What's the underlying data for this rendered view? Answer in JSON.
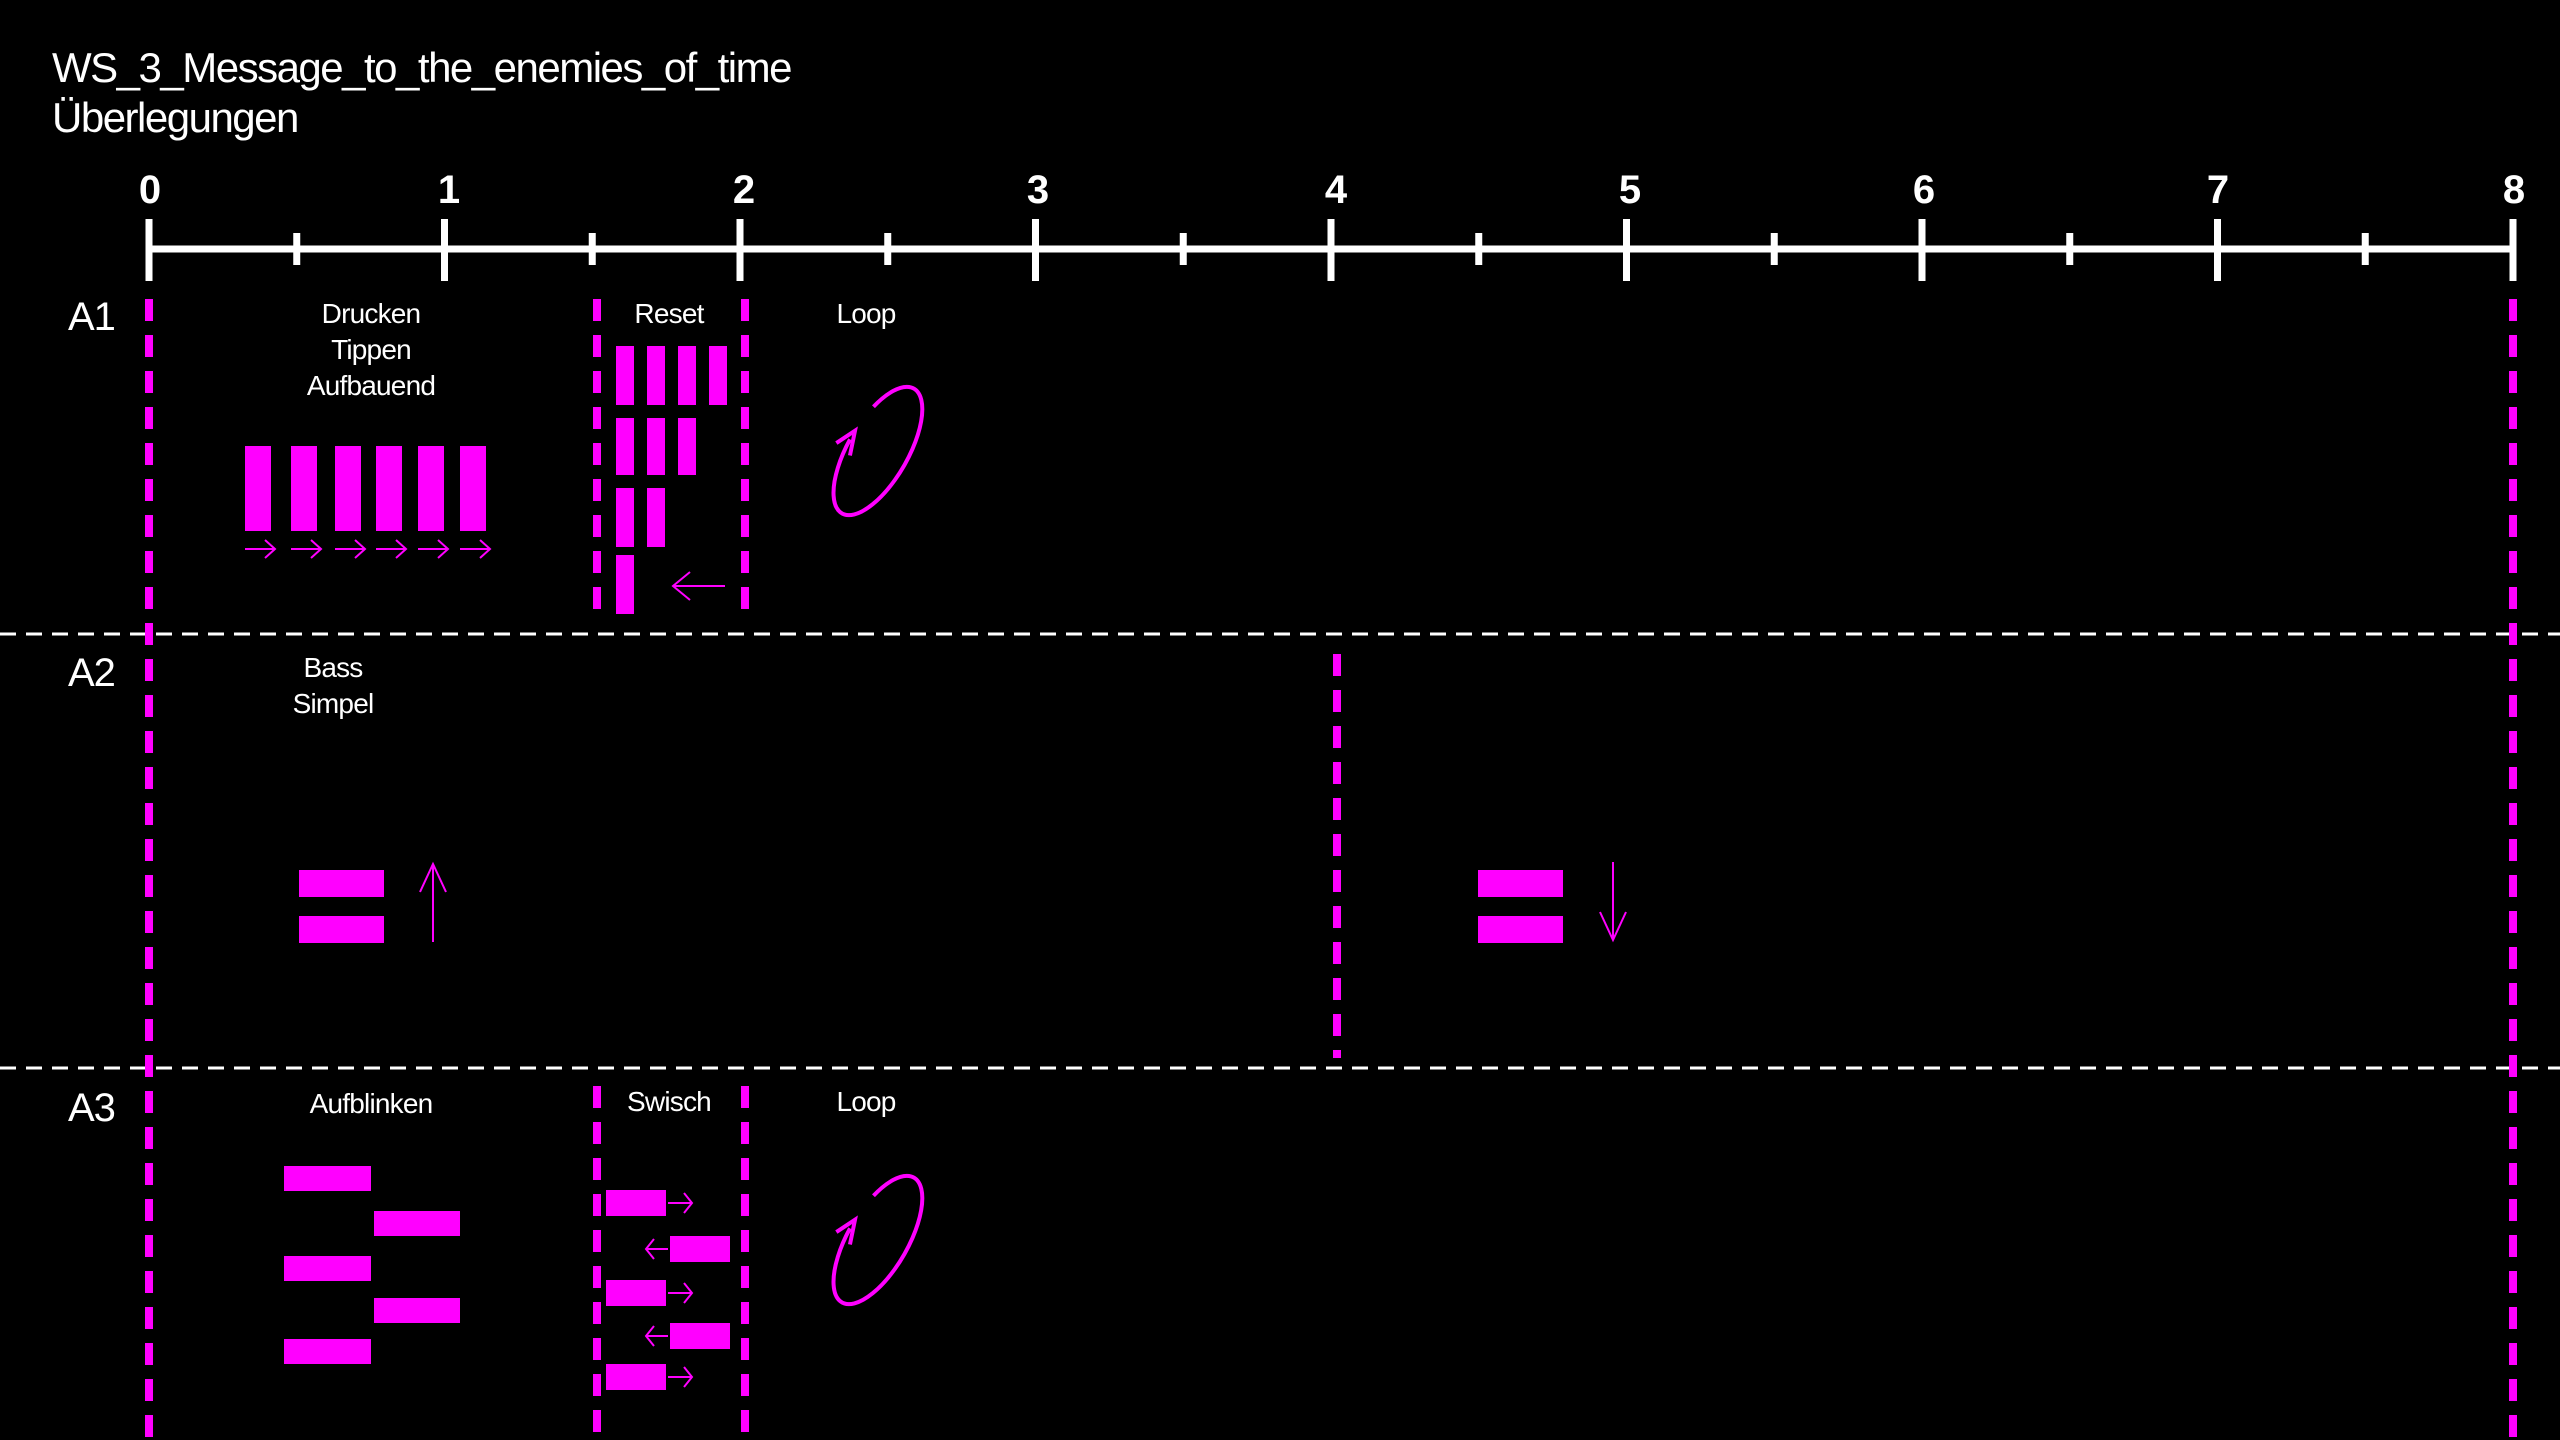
{
  "header": {
    "title": "WS_3_Message_to_the_enemies_of_time",
    "subtitle": "Überlegungen"
  },
  "timeline": {
    "tick_labels": [
      "0",
      "1",
      "2",
      "3",
      "4",
      "5",
      "6",
      "7",
      "8"
    ],
    "range": [
      0,
      8
    ],
    "minor_step": 0.5
  },
  "rows": [
    {
      "label": "A1",
      "annotations": {
        "build": [
          "Drucken",
          "Tippen",
          "Aufbauend"
        ],
        "reset": "Reset",
        "loop": "Loop"
      }
    },
    {
      "label": "A2",
      "annotations": {
        "bass": [
          "Bass",
          "Simpel"
        ]
      }
    },
    {
      "label": "A3",
      "annotations": {
        "blink": "Aufblinken",
        "swish": "Swisch",
        "loop": "Loop"
      }
    }
  ],
  "colors": {
    "background": "#000000",
    "accent": "#ff00ff",
    "text": "#ffffff"
  }
}
